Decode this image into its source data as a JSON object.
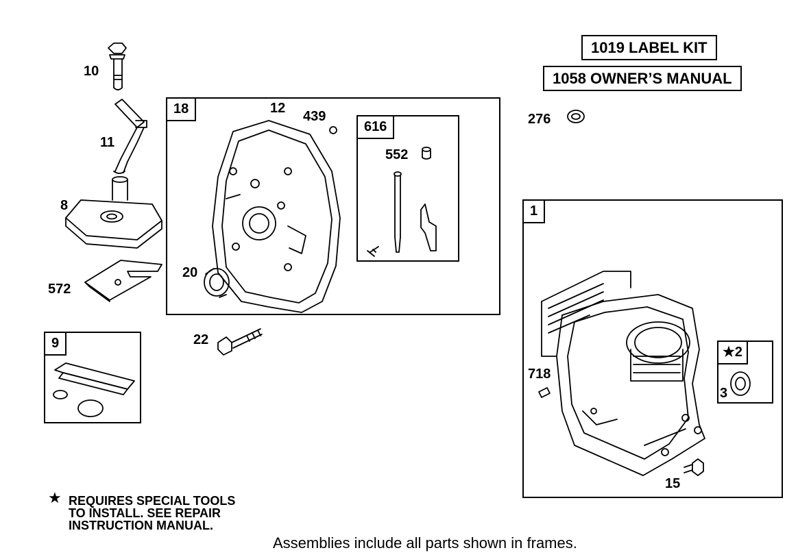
{
  "kits": {
    "label_kit": "1019 LABEL KIT",
    "owners_manual": "1058 OWNER’S MANUAL"
  },
  "frames": {
    "f18": "18",
    "f616": "616",
    "f1": "1",
    "f9": "9",
    "f2": "★2"
  },
  "parts": {
    "p10": "10",
    "p11": "11",
    "p8": "8",
    "p572": "572",
    "p12": "12",
    "p439": "439",
    "p552": "552",
    "p20": "20",
    "p22": "22",
    "p276": "276",
    "p718": "718",
    "p3": "3",
    "p15": "15"
  },
  "note": {
    "star": "★",
    "line1": "REQUIRES SPECIAL TOOLS",
    "line2": "TO INSTALL.  SEE REPAIR",
    "line3": "INSTRUCTION MANUAL."
  },
  "footer": "Assemblies include all parts shown in frames."
}
